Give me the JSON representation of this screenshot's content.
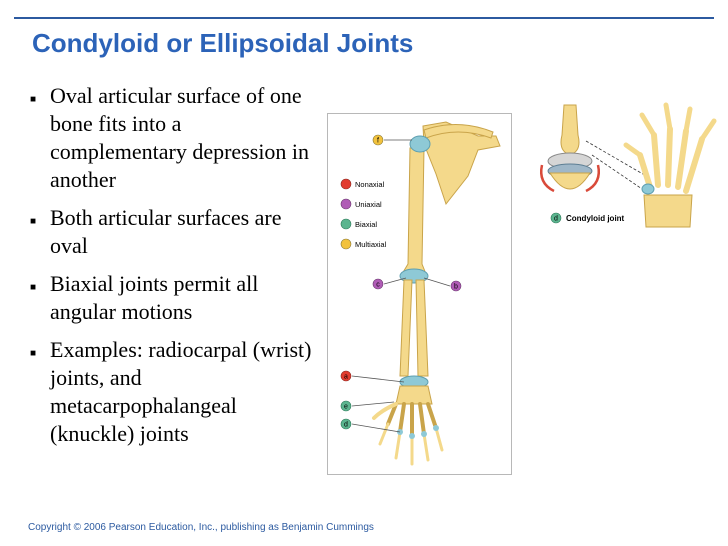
{
  "slide": {
    "title": "Condyloid or Ellipsoidal Joints",
    "bullets": [
      "Oval articular surface of one bone fits into a complementary depression in another",
      "Both articular surfaces are oval",
      "Biaxial joints permit all angular motions",
      "Examples: radiocarpal (wrist) joints, and metacarpophalangeal (knuckle) joints"
    ],
    "copyright": "Copyright © 2006 Pearson Education, Inc., publishing as Benjamin Cummings"
  },
  "legend": [
    {
      "label": "Nonaxial",
      "color": "#e23b2e"
    },
    {
      "label": "Uniaxial",
      "color": "#b05cb6"
    },
    {
      "label": "Biaxial",
      "color": "#5bb58f"
    },
    {
      "label": "Multiaxial",
      "color": "#f2c23c"
    }
  ],
  "markers": {
    "f": "f",
    "c": "c",
    "b": "b",
    "a": "a",
    "e": "e",
    "d": "d"
  },
  "inset": {
    "marker": "d",
    "caption": "Condyloid joint"
  },
  "colors": {
    "bone": "#f4d98b",
    "bone_edge": "#c9a44a",
    "joint": "#8ec9d6",
    "title": "#2c63b8",
    "arrow": "#d94a3a"
  }
}
